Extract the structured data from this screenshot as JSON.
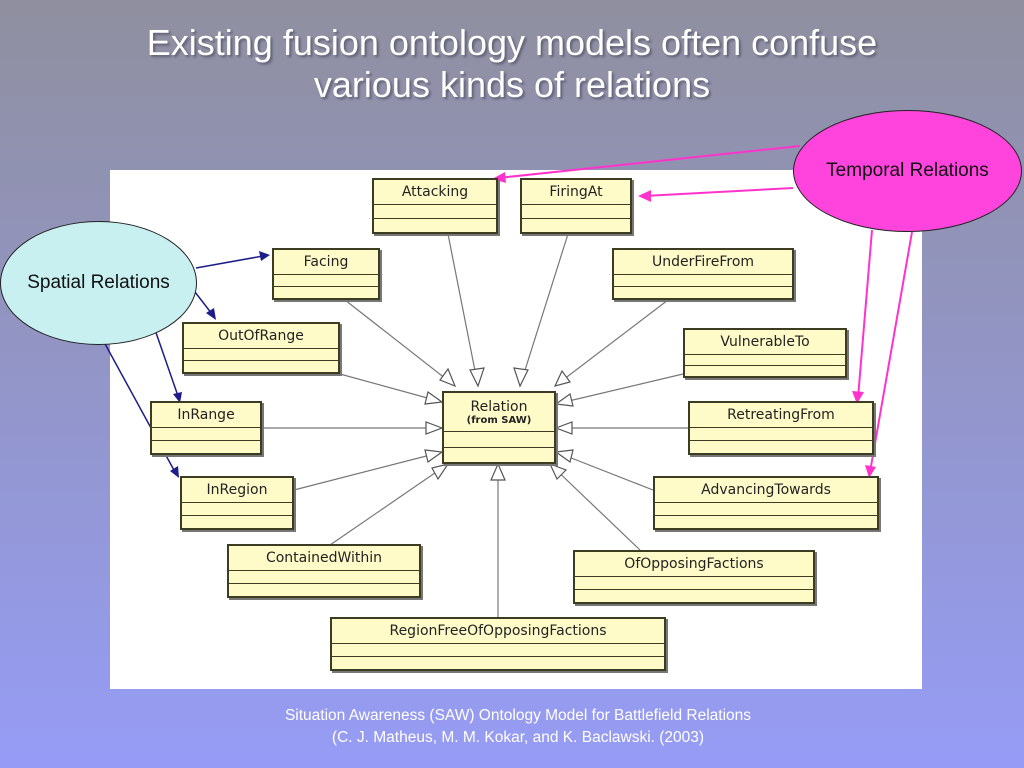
{
  "slide": {
    "title_line1": "Existing fusion ontology models often confuse",
    "title_line2": "various kinds of relations"
  },
  "diagram": {
    "center_class": {
      "name": "Relation",
      "stereotype": "(from SAW)"
    },
    "classes": {
      "attacking": "Attacking",
      "firingat": "FiringAt",
      "facing": "Facing",
      "underfirefrom": "UnderFireFrom",
      "outofrange": "OutOfRange",
      "vulnerableto": "VulnerableTo",
      "inrange": "InRange",
      "retreatingfrom": "RetreatingFrom",
      "inregion": "InRegion",
      "advancingtowards": "AdvancingTowards",
      "containedwithin": "ContainedWithin",
      "ofopposingfactions": "OfOpposingFactions",
      "regionfreeofopposingfactions": "RegionFreeOfOpposingFactions"
    }
  },
  "callouts": {
    "spatial": "Spatial Relations",
    "temporal": "Temporal Relations"
  },
  "caption": {
    "line1": "Situation Awareness (SAW) Ontology Model for Battlefield Relations",
    "line2": "(C. J. Matheus, M. M. Kokar, and K. Baclawski. (2003)"
  },
  "colors": {
    "temporal_arrow": "#ff33cc",
    "spatial_arrow": "#1d1d8a",
    "uml_fill": "#fffbc8"
  }
}
